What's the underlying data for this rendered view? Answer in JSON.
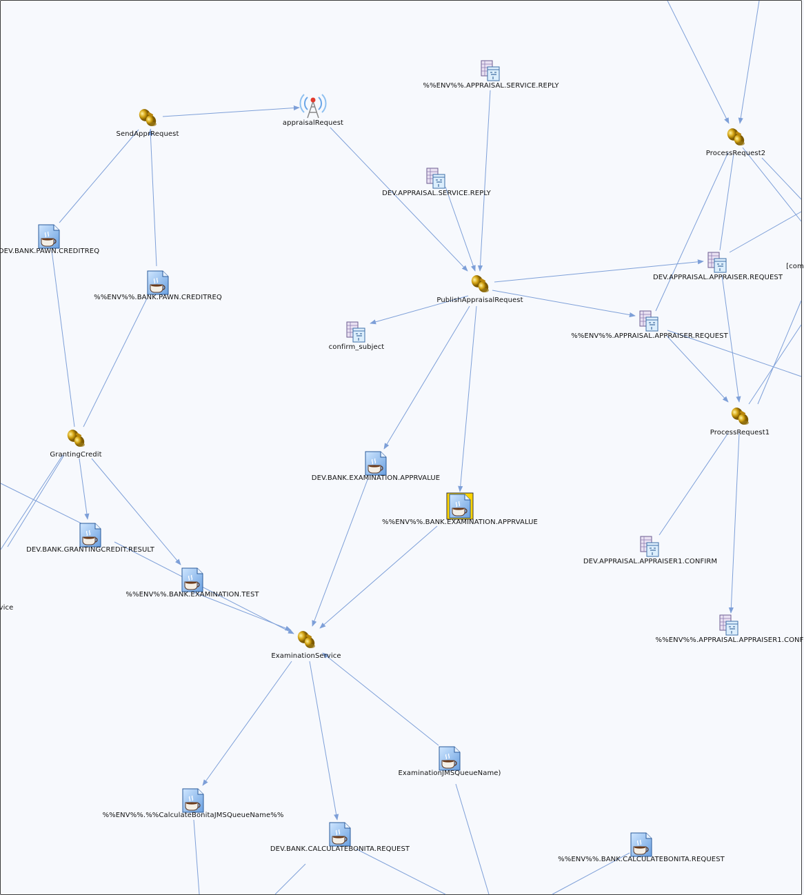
{
  "diagram": {
    "nodes": [
      {
        "id": "sendappr",
        "label": "SendApprRequest",
        "kind": "service"
      },
      {
        "id": "appraisalRequest",
        "label": "appraisalRequest",
        "kind": "antenna"
      },
      {
        "id": "envApprReply",
        "label": "%%ENV%%.APPRAISAL.SERVICE.REPLY",
        "kind": "queue"
      },
      {
        "id": "devApprReply",
        "label": "DEV.APPRAISAL.SERVICE.REPLY",
        "kind": "queue"
      },
      {
        "id": "processRequest2",
        "label": "ProcessRequest2",
        "kind": "service"
      },
      {
        "id": "devBankPawn",
        "label": "DEV.BANK.PAWN.CREDITREQ",
        "kind": "java"
      },
      {
        "id": "envBankPawn",
        "label": "%%ENV%%.BANK.PAWN.CREDITREQ",
        "kind": "java"
      },
      {
        "id": "publishAppraisal",
        "label": "PublishAppraisalRequest",
        "kind": "service"
      },
      {
        "id": "devAppraiserReq",
        "label": "DEV.APPRAISAL.APPRAISER.REQUEST",
        "kind": "queue"
      },
      {
        "id": "rightCut",
        "label": "[com",
        "kind": "text"
      },
      {
        "id": "confirmSubject",
        "label": "confirm_subject",
        "kind": "queue"
      },
      {
        "id": "envAppraiserReq",
        "label": "%%ENV%%.APPRAISAL.APPRAISER.REQUEST",
        "kind": "queue"
      },
      {
        "id": "processRequest1",
        "label": "ProcessRequest1",
        "kind": "service"
      },
      {
        "id": "grantingCredit",
        "label": "GrantingCredit",
        "kind": "service"
      },
      {
        "id": "devExamAppr",
        "label": "DEV.BANK.EXAMINATION.APPRVALUE",
        "kind": "java"
      },
      {
        "id": "envExamAppr",
        "label": "%%ENV%%.BANK.EXAMINATION.APPRVALUE",
        "kind": "java-selected"
      },
      {
        "id": "devGrantResult",
        "label": "DEV.BANK.GRANTINGCREDIT.RESULT",
        "kind": "java"
      },
      {
        "id": "devAppraiser1Confirm",
        "label": "DEV.APPRAISAL.APPRAISER1.CONFIRM",
        "kind": "queue"
      },
      {
        "id": "envExamTest",
        "label": "%%ENV%%.BANK.EXAMINATION.TEST",
        "kind": "java"
      },
      {
        "id": "leftCut",
        "label": "vice",
        "kind": "text"
      },
      {
        "id": "examinationService",
        "label": "ExaminationService",
        "kind": "service"
      },
      {
        "id": "envAppraiser1Conf",
        "label": "%%ENV%%.APPRAISAL.APPRAISER1.CONF",
        "kind": "queue"
      },
      {
        "id": "examJms",
        "label": "ExaminationJMSQueueName)",
        "kind": "java"
      },
      {
        "id": "envCalcBonita",
        "label": "%%ENV%%.%%CalculateBonitaJMSQueueName%%",
        "kind": "java"
      },
      {
        "id": "devCalcBonita",
        "label": "DEV.BANK.CALCULATEBONITA.REQUEST",
        "kind": "java"
      },
      {
        "id": "envBankCalcBonita",
        "label": "%%ENV%%.BANK.CALCULATEBONITA.REQUEST",
        "kind": "java"
      }
    ],
    "edge_color": "#7d9fd8"
  }
}
